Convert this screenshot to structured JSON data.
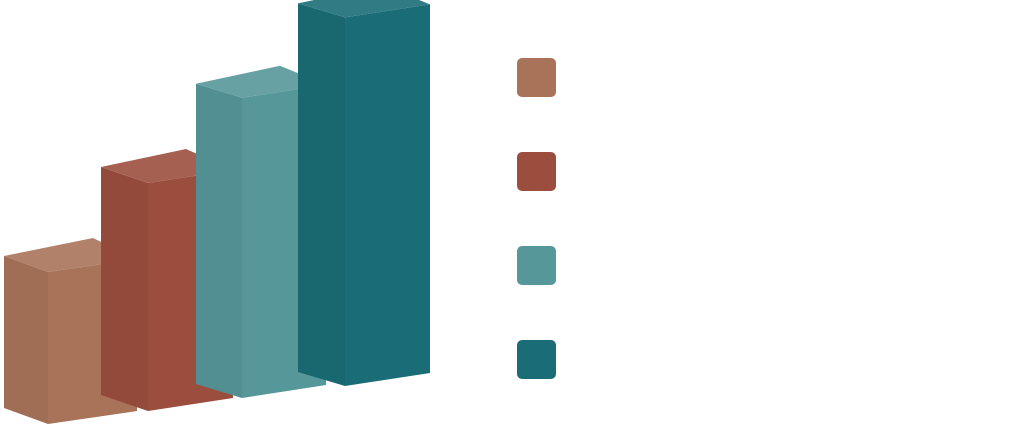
{
  "chart_data": {
    "type": "bar",
    "title": "",
    "xlabel": "",
    "ylabel": "",
    "categories": [
      "",
      "",
      "",
      ""
    ],
    "values": [
      40,
      60,
      79,
      97
    ],
    "ylim": [
      0,
      100
    ],
    "grid": false,
    "legend_placement": "right",
    "colors": [
      "#A87359",
      "#9C4E3E",
      "#56979A",
      "#1A6D76"
    ]
  }
}
